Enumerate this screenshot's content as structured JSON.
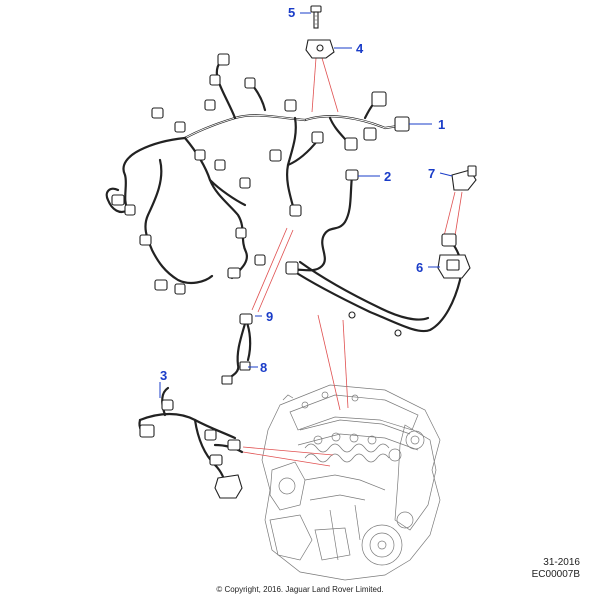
{
  "callouts": {
    "c1": "1",
    "c2": "2",
    "c3": "3",
    "c4": "4",
    "c5": "5",
    "c6": "6",
    "c7": "7",
    "c8": "8",
    "c9": "9"
  },
  "reference": {
    "date_code": "31-2016",
    "illustration_code": "EC00007B"
  },
  "copyright": "© Copyright, 2016. Jaguar Land Rover Limited.",
  "colors": {
    "callout": "#1a3cc8",
    "leader": "#e05050",
    "linework": "#222222",
    "engine": "#7a7a7a"
  }
}
